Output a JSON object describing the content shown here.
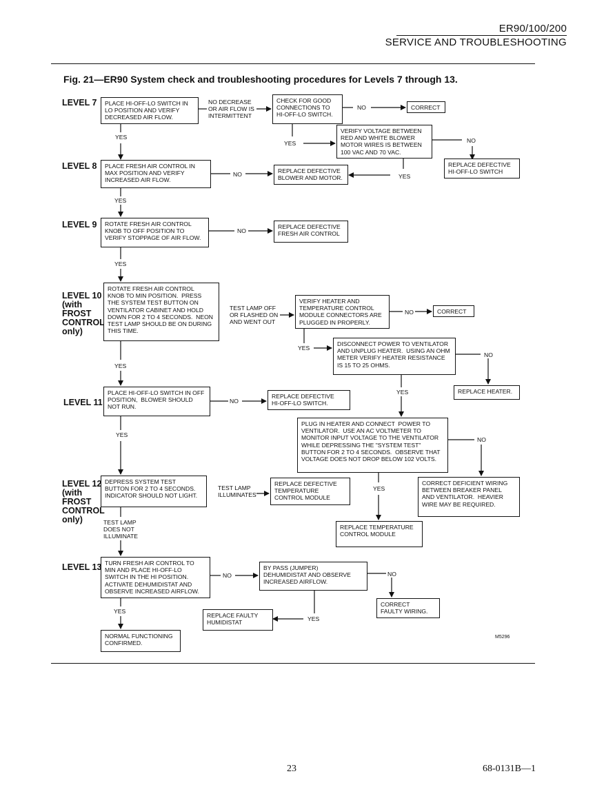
{
  "header": {
    "model": "ER90/100/200",
    "section": "SERVICE AND TROUBLESHOOTING"
  },
  "figure_title": "Fig. 21—ER90 System check and troubleshooting procedures for Levels 7 through 13.",
  "levels": {
    "l7": "LEVEL 7",
    "l8": "LEVEL 8",
    "l9": "LEVEL 9",
    "l10": "LEVEL 10\n(with\nFROST\nCONTROL\nonly)",
    "l11": "LEVEL 11",
    "l12": "LEVEL 12\n(with\nFROST\nCONTROL\nonly)",
    "l13": "LEVEL 13"
  },
  "boxes": {
    "b7": "PLACE HI-OFF-LO SWITCH IN\nLO POSITION AND VERIFY\nDECREASED AIR FLOW.",
    "b7_check": "CHECK FOR GOOD\nCONNECTIONS TO\nHI-OFF-LO SWITCH.",
    "b7_correct": "CORRECT",
    "b7_voltage": "VERIFY VOLTAGE BETWEEN\nRED AND WHITE BLOWER\nMOTOR WIRES IS BETWEEN\n100 VAC AND 70 VAC.",
    "b7_replace_switch": "REPLACE DEFECTIVE\nHI-OFF-LO SWITCH",
    "b8": "PLACE FRESH AIR CONTROL IN\nMAX POSITION AND VERIFY\nINCREASED AIR FLOW.",
    "b8_replace": "REPLACE DEFECTIVE\nBLOWER AND MOTOR.",
    "b9": "ROTATE FRESH AIR CONTROL\nKNOB TO OFF POSITION TO\nVERIFY STOPPAGE OF AIR FLOW.",
    "b9_replace": "REPLACE DEFECTIVE\nFRESH AIR CONTROL",
    "b10": "ROTATE FRESH AIR CONTROL\nKNOB TO MIN POSITION.  PRESS\nTHE SYSTEM TEST BUTTON ON\nVENTILATOR CABINET AND HOLD\nDOWN FOR 2 TO 4 SECONDS.  NEON\nTEST LAMP SHOULD BE ON DURING\nTHIS TIME.",
    "b10_verify": "VERIFY HEATER AND\nTEMPERATURE CONTROL\nMODULE CONNECTORS ARE\nPLUGGED IN PROPERLY.",
    "b10_correct": "CORRECT",
    "b10_disconnect": "DISCONNECT POWER TO VENTILATOR\nAND UNPLUG HEATER.  USING AN OHM\nMETER VERIFY HEATER RESISTANCE\nIS 15 TO 25 OHMS.",
    "b10_replace_heater": "REPLACE HEATER.",
    "b11": "PLACE HI-OFF-LO SWITCH IN OFF\nPOSITION,  BLOWER SHOULD\nNOT RUN.",
    "b11_replace": "REPLACE DEFECTIVE\nHI-OFF-LO SWITCH.",
    "b_plug": "PLUG IN HEATER AND CONNECT  POWER TO\nVENTILATOR.  USE AN AC VOLTMETER TO\nMONITOR INPUT VOLTAGE TO THE VENTILATOR\nWHILE DEPRESSING THE \"SYSTEM TEST\"\nBUTTON FOR 2 TO 4 SECONDS.  OBSERVE THAT\nVOLTAGE DOES NOT DROP BELOW 102 VOLTS.",
    "b_wiring": "CORRECT DEFICIENT WIRING\nBETWEEN BREAKER PANEL\nAND VENTILATOR.  HEAVIER\nWIRE MAY BE REQUIRED.",
    "b12": "DEPRESS SYSTEM TEST\nBUTTON FOR 2 TO 4 SECONDS.\nINDICATOR SHOULD NOT LIGHT.",
    "b12_replace": "REPLACE DEFECTIVE\nTEMPERATURE\nCONTROL MODULE",
    "b_temp_module": "REPLACE TEMPERATURE\nCONTROL MODULE",
    "b13": "TURN FRESH AIR CONTROL TO\nMIN AND PLACE HI-OFF-LO\nSWITCH IN THE HI POSITION.\nACTIVATE DEHUMIDISTAT AND\nOBSERVE INCREASED AIRFLOW.",
    "b13_bypass": "BY PASS (JUMPER)\nDEHUMIDISTAT AND OBSERVE\nINCREASED AIRFLOW.",
    "b13_correct_wiring": "CORRECT\nFAULTY WIRING.",
    "b13_humidistat": "REPLACE FAULTY\nHUMIDISTAT",
    "b_normal": "NORMAL FUNCTIONING\nCONFIRMED."
  },
  "labels": {
    "no_decrease": "NO DECREASE\nOR AIR FLOW IS\nINTERMITTENT",
    "no": "NO",
    "yes": "YES",
    "test_lamp_off": "TEST LAMP OFF\nOR FLASHED ON\nAND WENT OUT",
    "test_lamp_illum": "TEST LAMP\nILLUMINATES",
    "test_lamp_not": "TEST LAMP\nDOES NOT\nILLUMINATE"
  },
  "figure_code": "M5296",
  "footer": {
    "page": "23",
    "doc": "68-0131B—1"
  }
}
